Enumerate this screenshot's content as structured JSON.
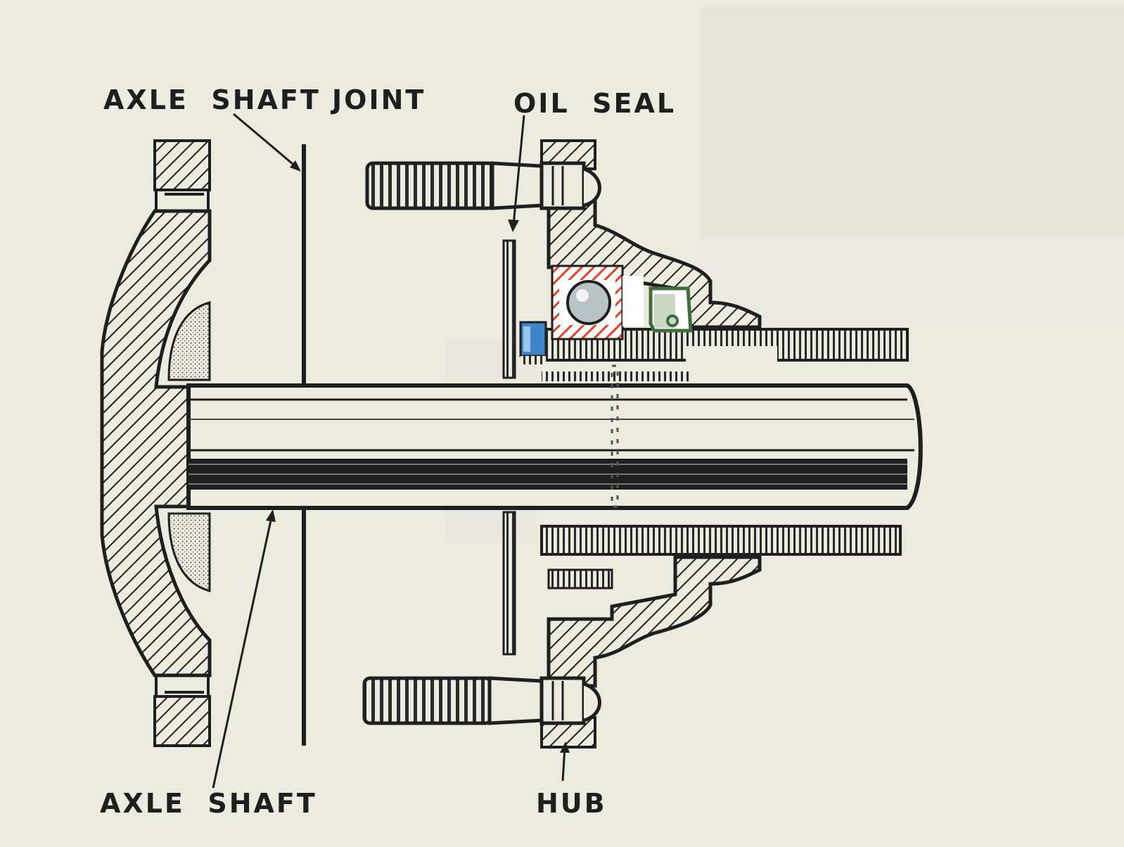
{
  "labels": {
    "axle_shaft_joint": "AXLE  SHAFT JOINT",
    "oil_seal": "OIL  SEAL",
    "axle_shaft": "AXLE  SHAFT",
    "hub": "HUB"
  },
  "colors": {
    "paper": "#ecebdf",
    "ink": "#1f1f1f",
    "bearing_race": "#e8401c",
    "bearing_ball": "#b9c3c6",
    "seal_lip": "#3f6e3c",
    "seal_body": "#c9d7c3",
    "nut": "#3f86c9",
    "patch": "#e6e5dc"
  },
  "icons": {
    "ball_bearing": "ball-bearing-icon",
    "oil_seal": "oil-seal-icon",
    "lock_nut": "lock-nut-icon"
  }
}
